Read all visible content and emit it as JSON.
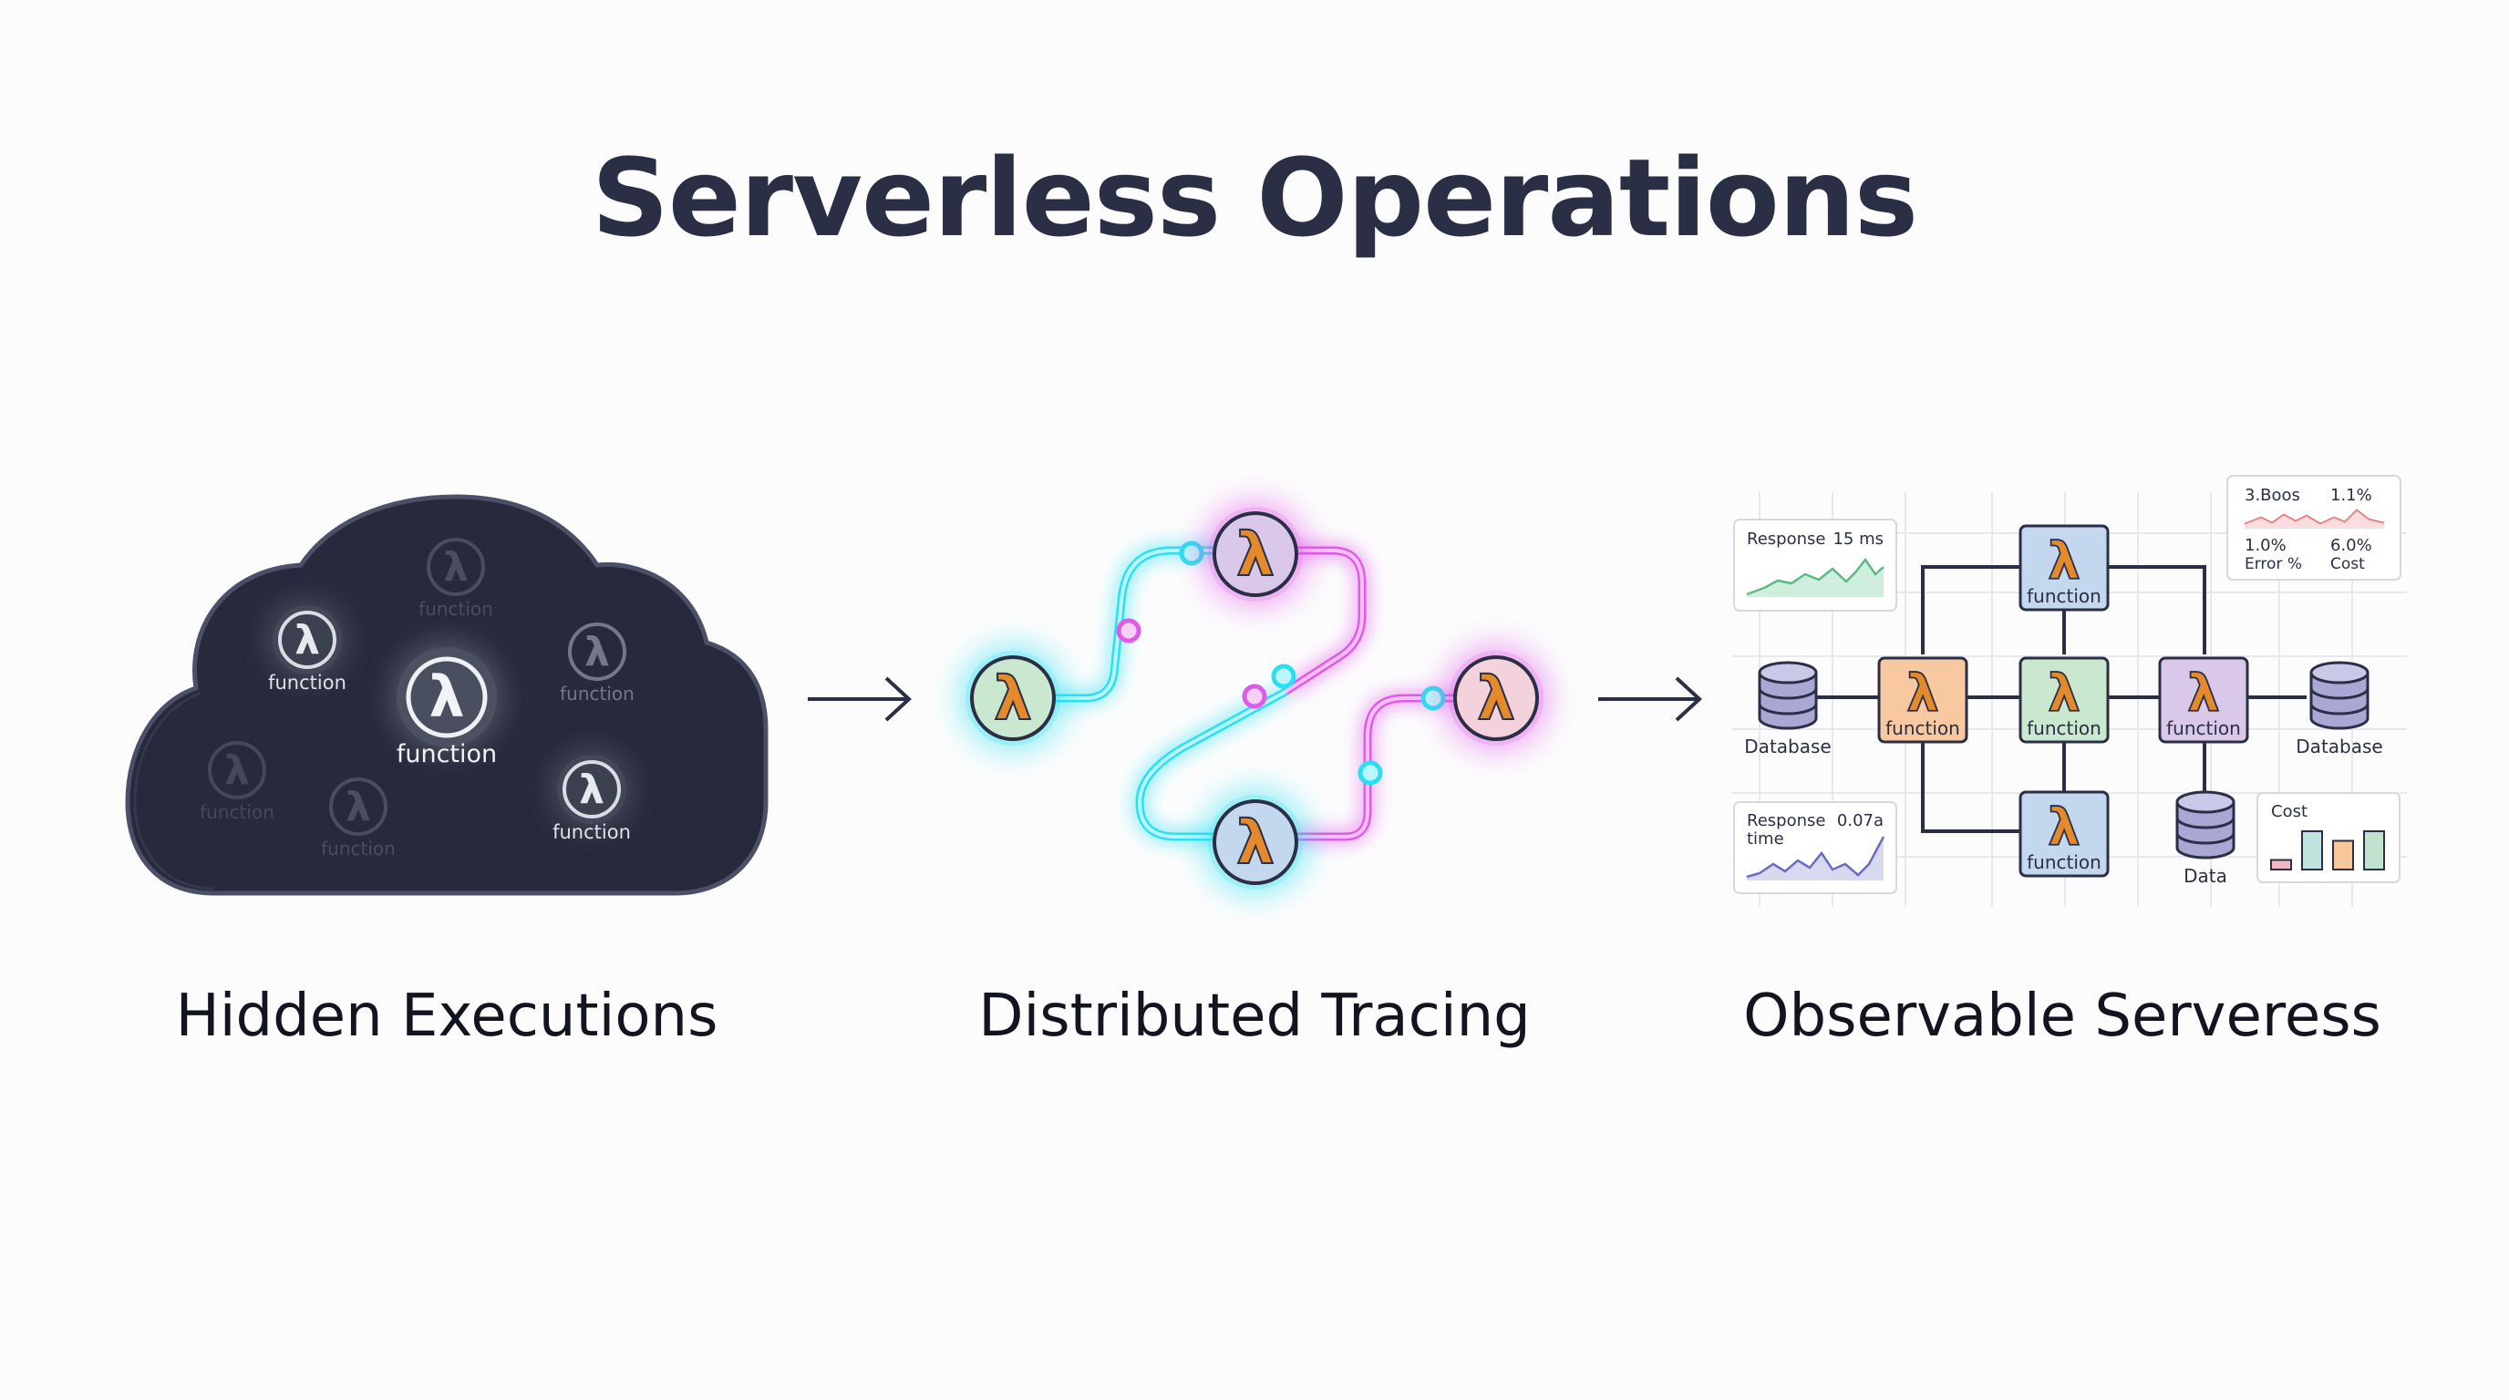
{
  "title": "Serverless Operations",
  "panels": {
    "hidden": {
      "caption": "Hidden Executions",
      "function_label": "function"
    },
    "tracing": {
      "caption": "Distributed Tracing"
    },
    "observable": {
      "caption": "Observable Serveress",
      "function_label": "function",
      "db_left": "Database",
      "db_right": "Database",
      "db_bottom": "Data",
      "card_response": {
        "label": "Response",
        "value": "15 ms"
      },
      "card_errors": {
        "v1": "3.Boos",
        "v2": "1.1%",
        "v3": "1.0%",
        "v4": "6.0%",
        "l3": "Error %",
        "l4": "Cost"
      },
      "card_response_time": {
        "label_1": "Response",
        "label_2": "time",
        "value": "0.07a"
      },
      "card_cost": {
        "label": "Cost",
        "bar_values": [
          1,
          4,
          3,
          4
        ],
        "bar_colors": [
          "#f2b8c8",
          "#bfe3dd",
          "#f7c79a",
          "#bfe3cc"
        ]
      }
    }
  },
  "icons": {
    "lambda": "λ",
    "arrow": "right-arrow-icon",
    "database": "database-icon",
    "cloud": "cloud-icon"
  },
  "colors": {
    "title": "#2b2f45",
    "cloud_fill": "#262a3b",
    "trace_cyan": "#29e0f0",
    "trace_magenta": "#e05ae8",
    "node_green": "#c9e8cf",
    "node_purple": "#d9c8ea",
    "node_blue": "#c3d7ef",
    "node_orange": "#f8c9a0",
    "lambda_orange": "#e58a2c"
  }
}
